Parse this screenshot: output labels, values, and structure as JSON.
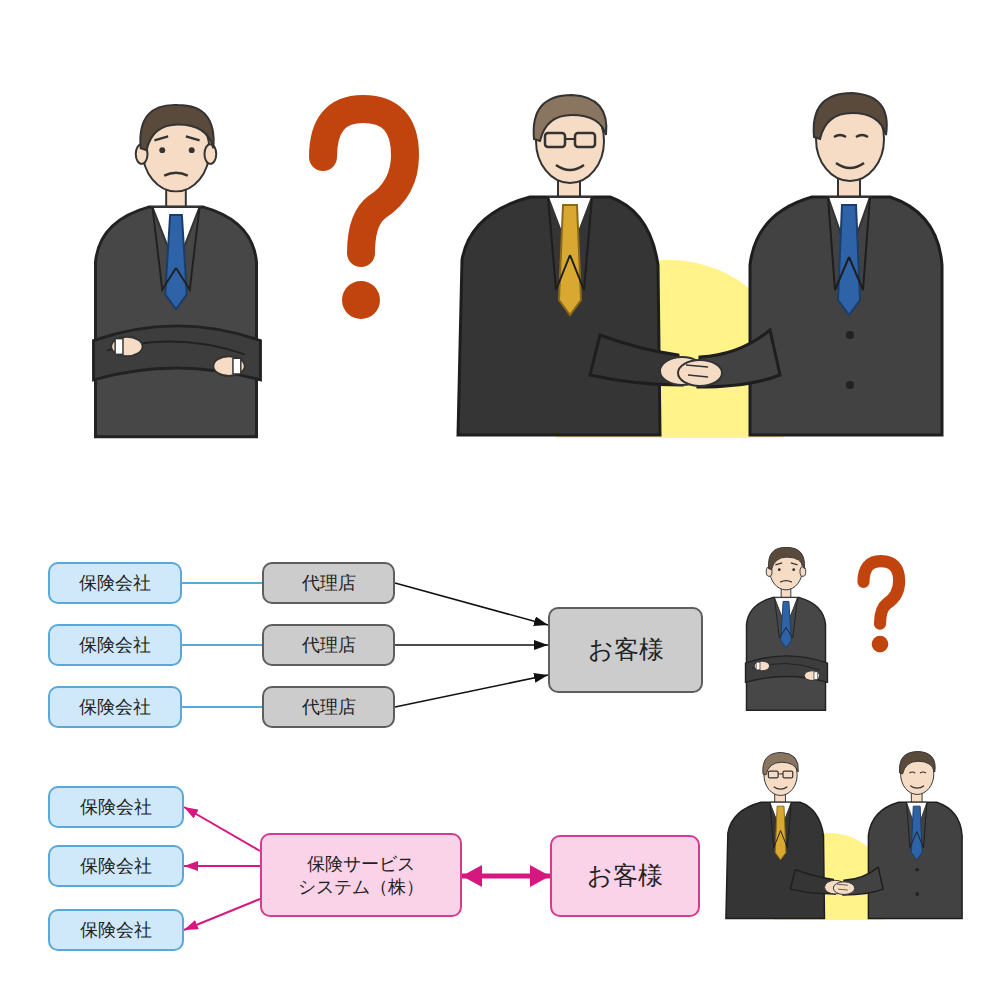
{
  "diagram": {
    "nodes": [
      {
        "text": [
          "保険会社"
        ]
      },
      {
        "text": [
          "代理店"
        ]
      },
      {
        "text": [
          "保険会社"
        ]
      },
      {
        "text": [
          "代理店"
        ]
      },
      {
        "text": [
          "保険会社"
        ]
      },
      {
        "text": [
          "代理店"
        ]
      },
      {
        "text": [
          "お客様"
        ]
      },
      {
        "text": [
          "保険会社"
        ]
      },
      {
        "text": [
          "保険会社"
        ]
      },
      {
        "text": [
          "保険会社"
        ]
      },
      {
        "text": [
          "保険サービス システム（株）"
        ]
      },
      {
        "text": [
          "お客様"
        ]
      }
    ],
    "edges": [
      {
        "from": 0,
        "to": 1,
        "arrow": "none"
      },
      {
        "from": 2,
        "to": 3,
        "arrow": "none"
      },
      {
        "from": 4,
        "to": 5,
        "arrow": "none"
      },
      {
        "from": 1,
        "to": 6,
        "arrow": "to"
      },
      {
        "from": 3,
        "to": 6,
        "arrow": "to"
      },
      {
        "from": 5,
        "to": 6,
        "arrow": "to"
      },
      {
        "from": 10,
        "to": 7,
        "arrow": "to"
      },
      {
        "from": 10,
        "to": 8,
        "arrow": "to"
      },
      {
        "from": 10,
        "to": 9,
        "arrow": "to"
      },
      {
        "from": 10,
        "to": 11,
        "arrow": "both"
      }
    ]
  }
}
